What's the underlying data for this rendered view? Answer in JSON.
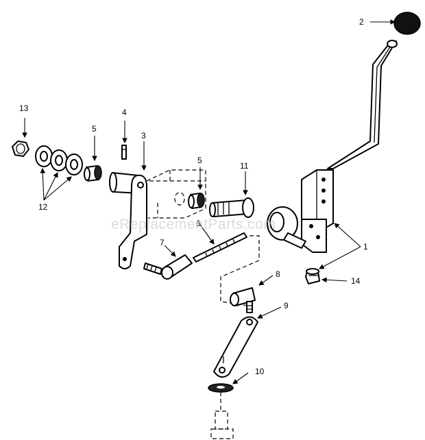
{
  "callouts": [
    {
      "id": "c1",
      "text": "1"
    },
    {
      "id": "c2",
      "text": "2"
    },
    {
      "id": "c3",
      "text": "3"
    },
    {
      "id": "c4",
      "text": "4"
    },
    {
      "id": "c5a",
      "text": "5"
    },
    {
      "id": "c5b",
      "text": "5"
    },
    {
      "id": "c6",
      "text": "6"
    },
    {
      "id": "c7",
      "text": "7"
    },
    {
      "id": "c8",
      "text": "8"
    },
    {
      "id": "c9",
      "text": "9"
    },
    {
      "id": "c10",
      "text": "10"
    },
    {
      "id": "c11",
      "text": "11"
    },
    {
      "id": "c12",
      "text": "12"
    },
    {
      "id": "c13",
      "text": "13"
    },
    {
      "id": "c14",
      "text": "14"
    }
  ],
  "watermark": "eReplacementParts.com"
}
